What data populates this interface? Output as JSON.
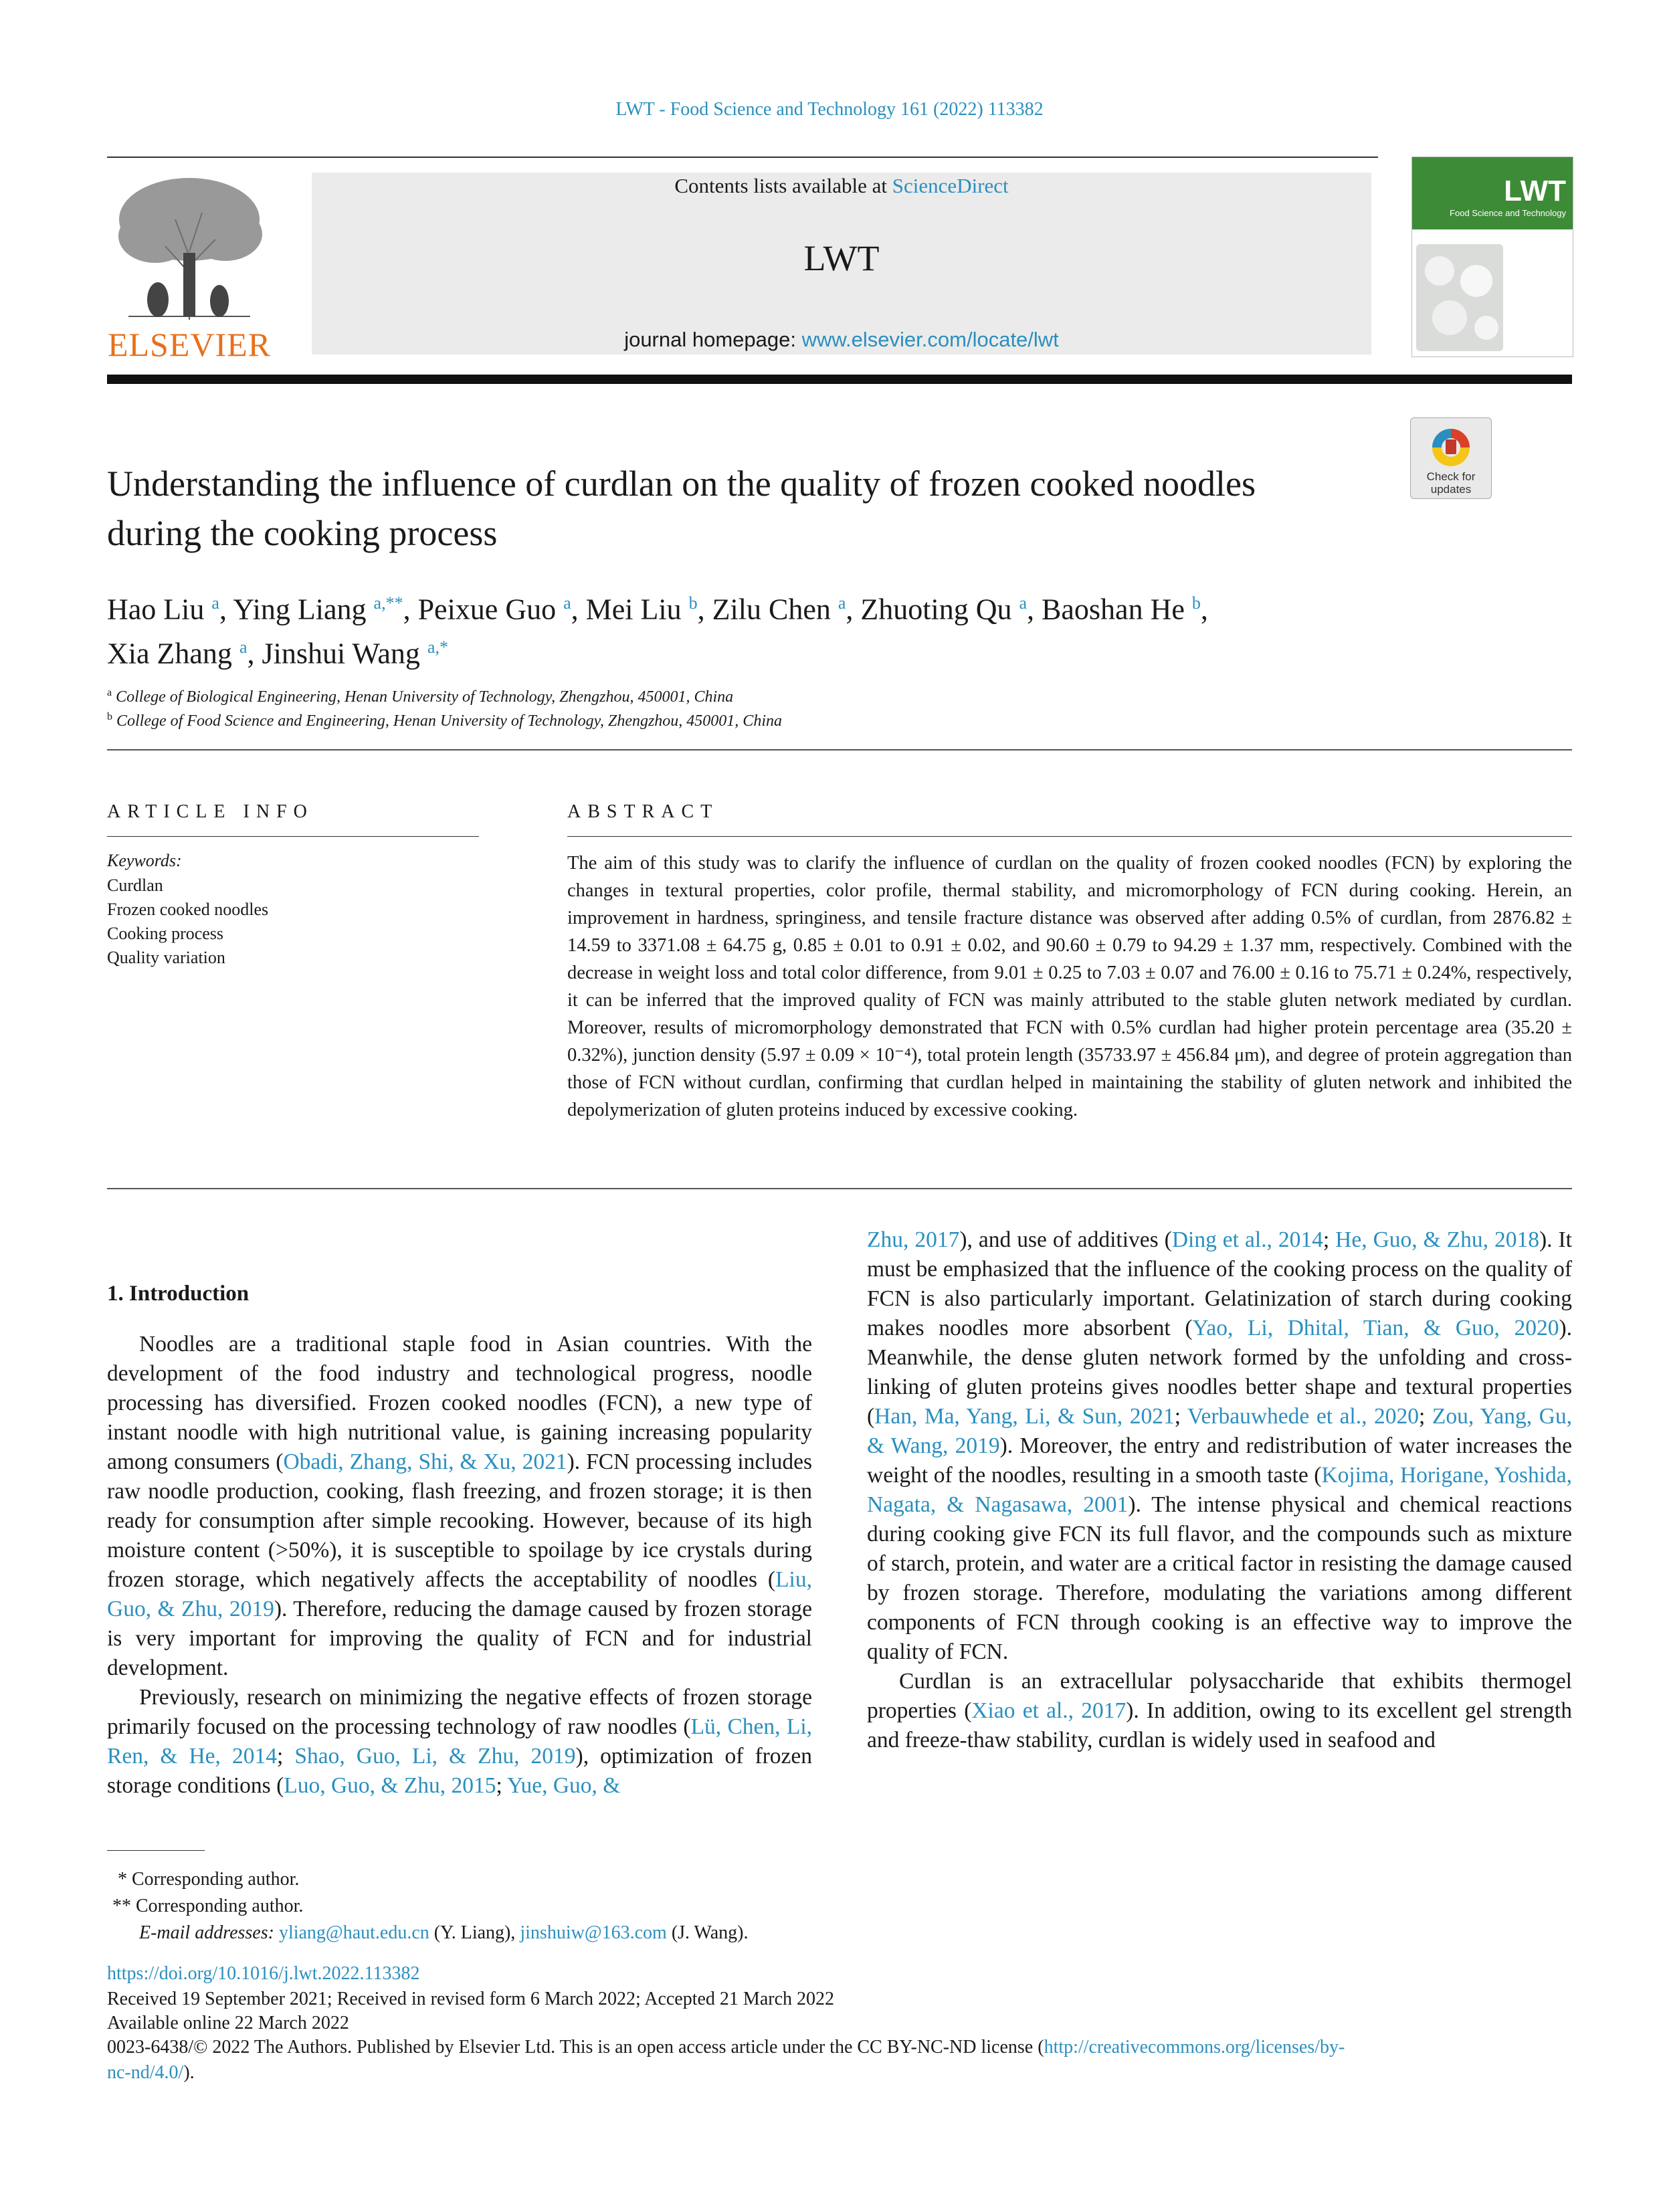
{
  "header": {
    "running_head": "LWT - Food Science and Technology 161 (2022) 113382",
    "contents_prefix": "Contents lists available at ",
    "contents_link": "ScienceDirect",
    "journal": "LWT",
    "homepage_prefix": "journal homepage: ",
    "homepage_link": "www.elsevier.com/locate/lwt",
    "publisher": "ELSEVIER",
    "cover_title": "LWT",
    "cover_subtitle": "Food Science and Technology",
    "crossmark_label": "Check for updates"
  },
  "article": {
    "title": "Understanding the influence of curdlan on the quality of frozen cooked noodles during the cooking process",
    "authors": [
      {
        "name": "Hao Liu",
        "sup": "a",
        "sep": ", "
      },
      {
        "name": "Ying Liang",
        "sup": "a,**",
        "sep": ", "
      },
      {
        "name": "Peixue Guo",
        "sup": "a",
        "sep": ", "
      },
      {
        "name": "Mei Liu",
        "sup": "b",
        "sep": ", "
      },
      {
        "name": "Zilu Chen",
        "sup": "a",
        "sep": ", "
      },
      {
        "name": "Zhuoting Qu",
        "sup": "a",
        "sep": ", "
      },
      {
        "name": "Baoshan He",
        "sup": "b",
        "sep": ","
      },
      {
        "name": "Xia Zhang",
        "sup": "a",
        "sep": ", "
      },
      {
        "name": "Jinshui Wang",
        "sup": "a,*",
        "sep": ""
      }
    ],
    "affiliations": [
      {
        "sup": "a",
        "text": "College of Biological Engineering, Henan University of Technology, Zhengzhou, 450001, China"
      },
      {
        "sup": "b",
        "text": "College of Food Science and Engineering, Henan University of Technology, Zhengzhou, 450001, China"
      }
    ],
    "article_info_label": "ARTICLE INFO",
    "abstract_label": "ABSTRACT",
    "keywords_label": "Keywords:",
    "keywords": [
      "Curdlan",
      "Frozen cooked noodles",
      "Cooking process",
      "Quality variation"
    ],
    "abstract": "The aim of this study was to clarify the influence of curdlan on the quality of frozen cooked noodles (FCN) by exploring the changes in textural properties, color profile, thermal stability, and micromorphology of FCN during cooking. Herein, an improvement in hardness, springiness, and tensile fracture distance was observed after adding 0.5% of curdlan, from 2876.82 ± 14.59 to 3371.08 ± 64.75 g, 0.85 ± 0.01 to 0.91 ± 0.02, and 90.60 ± 0.79 to 94.29 ± 1.37 mm, respectively. Combined with the decrease in weight loss and total color difference, from 9.01 ± 0.25 to 7.03 ± 0.07 and 76.00 ± 0.16 to 75.71 ± 0.24%, respectively, it can be inferred that the improved quality of FCN was mainly attributed to the stable gluten network mediated by curdlan. Moreover, results of micromorphology demonstrated that FCN with 0.5% curdlan had higher protein percentage area (35.20 ± 0.32%), junction density (5.97 ± 0.09 × 10⁻⁴), total protein length (35733.97 ± 456.84 μm), and degree of protein aggregation than those of FCN without curdlan, confirming that curdlan helped in maintaining the stability of gluten network and inhibited the depolymerization of gluten proteins induced by excessive cooking."
  },
  "body": {
    "section_heading": "1.  Introduction",
    "left_column": [
      {
        "indent": true,
        "parts": [
          {
            "t": "Noodles are a traditional staple food in Asian countries. With the development of the food industry and technological progress, noodle processing has diversified. Frozen cooked noodles (FCN), a new type of instant noodle with high nutritional value, is gaining increasing popularity among consumers ("
          },
          {
            "t": "Obadi, Zhang, Shi, & Xu, 2021",
            "link": true
          },
          {
            "t": "). FCN processing includes raw noodle production, cooking, flash freezing, and frozen storage; it is then ready for consumption after simple recooking. However, because of its high moisture content (>50%), it is susceptible to spoilage by ice crystals during frozen storage, which negatively affects the acceptability of noodles ("
          },
          {
            "t": "Liu, Guo, & Zhu, 2019",
            "link": true
          },
          {
            "t": "). Therefore, reducing the damage caused by frozen storage is very important for improving the quality of FCN and for industrial development."
          }
        ]
      },
      {
        "indent": true,
        "parts": [
          {
            "t": "Previously, research on minimizing the negative effects of frozen storage primarily focused on the processing technology of raw noodles ("
          },
          {
            "t": "Lü, Chen, Li, Ren, & He, 2014",
            "link": true
          },
          {
            "t": "; "
          },
          {
            "t": "Shao, Guo, Li, & Zhu, 2019",
            "link": true
          },
          {
            "t": "), optimization of frozen storage conditions ("
          },
          {
            "t": "Luo, Guo, & Zhu, 2015",
            "link": true
          },
          {
            "t": "; "
          },
          {
            "t": "Yue, Guo, &",
            "link": true
          }
        ]
      }
    ],
    "right_column": [
      {
        "indent": false,
        "parts": [
          {
            "t": "Zhu, 2017",
            "link": true
          },
          {
            "t": "), and use of additives ("
          },
          {
            "t": "Ding et al., 2014",
            "link": true
          },
          {
            "t": "; "
          },
          {
            "t": "He, Guo, & Zhu, 2018",
            "link": true
          },
          {
            "t": "). It must be emphasized that the influence of the cooking process on the quality of FCN is also particularly important. Gelatinization of starch during cooking makes noodles more absorbent ("
          },
          {
            "t": "Yao, Li, Dhital, Tian, & Guo, 2020",
            "link": true
          },
          {
            "t": "). Meanwhile, the dense gluten network formed by the unfolding and cross-linking of gluten proteins gives noodles better shape and textural properties ("
          },
          {
            "t": "Han, Ma, Yang, Li, & Sun, 2021",
            "link": true
          },
          {
            "t": "; "
          },
          {
            "t": "Verbauwhede et al., 2020",
            "link": true
          },
          {
            "t": "; "
          },
          {
            "t": "Zou, Yang, Gu, & Wang, 2019",
            "link": true
          },
          {
            "t": "). Moreover, the entry and redistribution of water increases the weight of the noodles, resulting in a smooth taste ("
          },
          {
            "t": "Kojima, Horigane, Yoshida, Nagata, & Nagasawa, 2001",
            "link": true
          },
          {
            "t": "). The intense physical and chemical reactions during cooking give FCN its full flavor, and the compounds such as mixture of starch, protein, and water are a critical factor in resisting the damage caused by frozen storage. Therefore, modulating the variations among different components of FCN through cooking is an effective way to improve the quality of FCN."
          }
        ]
      },
      {
        "indent": true,
        "parts": [
          {
            "t": "Curdlan is an extracellular polysaccharide that exhibits thermogel properties ("
          },
          {
            "t": "Xiao et al., 2017",
            "link": true
          },
          {
            "t": "). In addition, owing to its excellent gel strength and freeze-thaw stability, curdlan is widely used in seafood and"
          }
        ]
      }
    ]
  },
  "footnotes": {
    "corr1": "*  Corresponding author.",
    "corr2": "**  Corresponding author.",
    "email_label": "E-mail addresses: ",
    "email1": "yliang@haut.edu.cn",
    "email1_name": " (Y. Liang), ",
    "email2": "jinshuiw@163.com",
    "email2_name": " (J. Wang)."
  },
  "meta": {
    "doi": "https://doi.org/10.1016/j.lwt.2022.113382",
    "received": "Received 19 September 2021; Received in revised form 6 March 2022; Accepted 21 March 2022",
    "available": "Available online 22 March 2022",
    "license_prefix": "0023-6438/© 2022 The Authors. Published by Elsevier Ltd. This is an open access article under the CC BY-NC-ND license (",
    "license_link_1": "http://creativecommons.org/licenses/by-",
    "license_link_2": "nc-nd/4.0/",
    "license_suffix": ")."
  },
  "colors": {
    "link": "#2a8fbf",
    "publisher_orange": "#e8701a",
    "cover_green": "#3d8b37"
  }
}
